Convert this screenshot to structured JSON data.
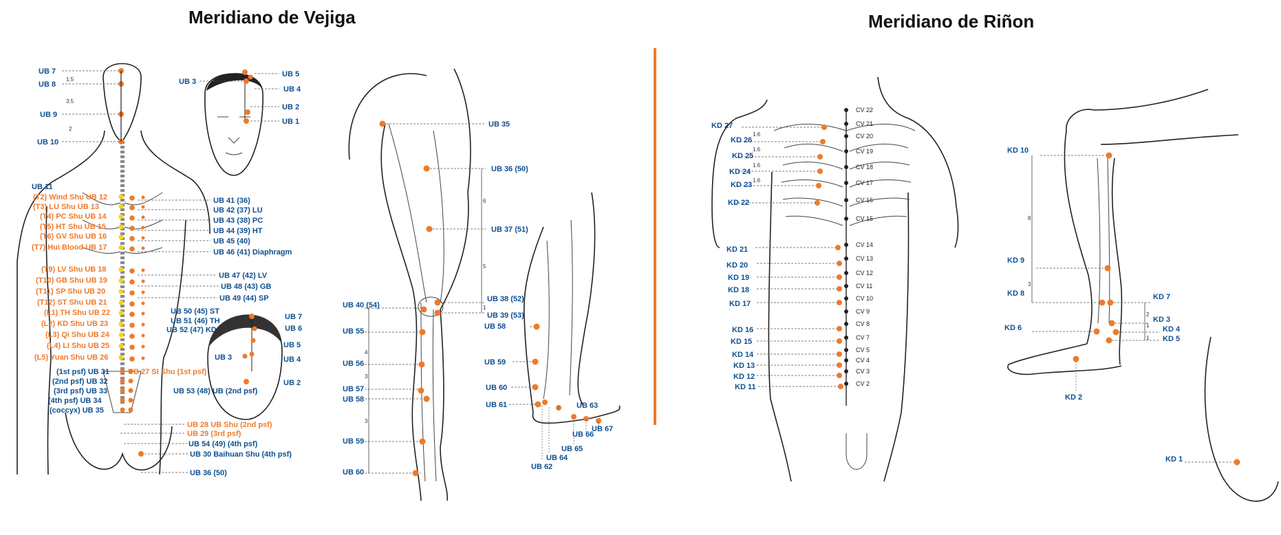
{
  "titles": {
    "left": "Meridiano de Vejiga",
    "right": "Meridiano de Riñon"
  },
  "colors": {
    "accent": "#ee7a2c",
    "label_blue": "#0e4f91",
    "yellow_point": "#f5d41c"
  },
  "bladder": {
    "head_back": [
      "UB 7",
      "UB 8",
      "UB 9",
      "UB 10",
      "UB 11"
    ],
    "head_front": [
      "UB 3",
      "UB 5",
      "UB 4",
      "UB 2",
      "UB 1"
    ],
    "spine_left": [
      "(T2) Wind Shu UB 12",
      "(T3) LU Shu UB 13",
      "(T4) PC Shu UB 14",
      "(T5) HT Shu UB 15",
      "(T6) GV Shu UB 16",
      "(T7) Hui Blood UB 17",
      "(T9) LV Shu UB 18",
      "(T10) GB Shu UB 19",
      "(T11) SP Shu UB 20",
      "(T12) ST Shu UB 21",
      "(L1) TH Shu UB 22",
      "(L2) KD Shu UB 23",
      "(L3) Qi Shu UB 24",
      "(L4) LI Shu UB 25",
      "(L5) Yuan Shu UB 26"
    ],
    "sacral_left": [
      "(1st psf) UB 31",
      "(2nd psf) UB 32",
      "(3rd psf) UB 33",
      "(4th psf) UB 34",
      "(coccyx) UB 35"
    ],
    "spine_right": [
      "UB 41 (36)",
      "UB 42 (37) LU",
      "UB 43 (38) PC",
      "UB 44 (39) HT",
      "UB 45 (40)",
      "UB 46 (41) Diaphragm",
      "UB 47 (42) LV",
      "UB 48 (43) GB",
      "UB 49 (44) SP"
    ],
    "mid_right": [
      "UB 50 (45) ST",
      "UB 51 (46) TH",
      "UB 52 (47) KD",
      "UB 27 SI Shu (1st psf)",
      "UB 53 (48) UB (2nd psf)"
    ],
    "lower_right": [
      "UB 28 UB Shu (2nd psf)",
      "UB 29 (3rd psf)",
      "UB 54 (49) (4th psf)",
      "UB 30 Baihuan Shu (4th psf)",
      "UB 36 (50)"
    ],
    "child_head": [
      "UB 7",
      "UB 6",
      "UB 5",
      "UB 4",
      "UB 3",
      "UB 2"
    ],
    "leg": [
      "UB 35",
      "UB 36 (50)",
      "UB 37 (51)",
      "UB 38 (52)",
      "UB 39 (53)",
      "UB 40 (54)",
      "UB 55",
      "UB 56",
      "UB 57",
      "UB 58",
      "UB 59",
      "UB 60"
    ],
    "foot": [
      "UB 58",
      "UB 59",
      "UB 60",
      "UB 61",
      "UB 62",
      "UB 63",
      "UB 64",
      "UB 65",
      "UB 66",
      "UB 67"
    ],
    "dims": [
      "1.5",
      "3.5",
      "2",
      "6",
      "5",
      "1",
      "4",
      "3",
      "3"
    ]
  },
  "kidney": {
    "torso_kd": [
      "KD 27",
      "KD 26",
      "KD 25",
      "KD 24",
      "KD 23",
      "KD 22",
      "KD 21",
      "KD 20",
      "KD 19",
      "KD 18",
      "KD 17",
      "KD 16",
      "KD 15",
      "KD 14",
      "KD 13",
      "KD 12",
      "KD 11"
    ],
    "torso_cv": [
      "CV 22",
      "CV 21",
      "CV 20",
      "CV 19",
      "CV 18",
      "CV 17",
      "CV 16",
      "CV 15",
      "CV 14",
      "CV 13",
      "CV 12",
      "CV 11",
      "CV 10",
      "CV 9",
      "CV 8",
      "CV 7",
      "CV 5",
      "CV 4",
      "CV 3",
      "CV 2"
    ],
    "leg": [
      "KD 10",
      "KD 9",
      "KD 8",
      "KD 7",
      "KD 6",
      "KD 3",
      "KD 4",
      "KD 5",
      "KD 2",
      "KD 1"
    ],
    "dims": [
      "1.6",
      "1.6",
      "1.6",
      "1.6",
      "8",
      "3",
      "2",
      "1",
      "1"
    ]
  }
}
